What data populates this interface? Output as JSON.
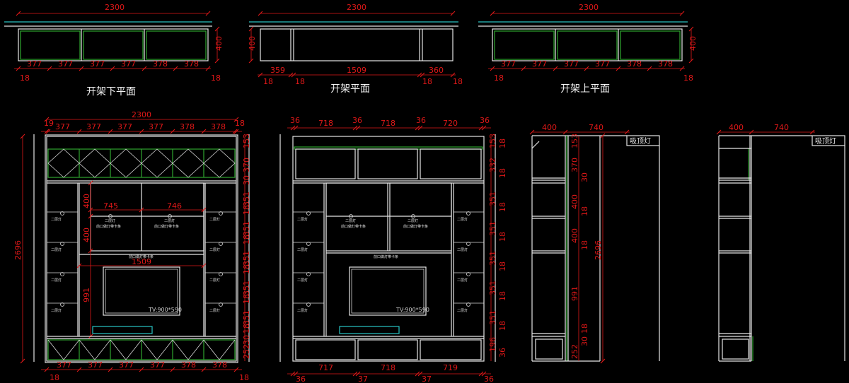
{
  "plans": [
    {
      "title": "开架下平面",
      "overall": "2300",
      "depth": "400",
      "bottom_dims": [
        "377",
        "377",
        "377",
        "377",
        "378",
        "378"
      ],
      "edge": "18",
      "edge_right": "18"
    },
    {
      "title": "开架平面",
      "overall": "2300",
      "depth": "400",
      "bottom_dims": [
        "359",
        "1509",
        "360"
      ],
      "edge": "18",
      "edge_inner_left": "18",
      "edge_inner_right": "18",
      "edge_right": "18"
    },
    {
      "title": "开架上平面",
      "overall": "2300",
      "depth": "400",
      "bottom_dims": [
        "377",
        "377",
        "377",
        "377",
        "378",
        "378"
      ],
      "edge": "18",
      "edge_right": "18"
    }
  ],
  "elev1": {
    "overall": "2300",
    "top_dims": [
      "19",
      "377",
      "377",
      "377",
      "377",
      "378",
      "378",
      "18"
    ],
    "bottom_dims": [
      "377",
      "377",
      "377",
      "377",
      "378",
      "378"
    ],
    "bottom_edges": [
      "18",
      "18"
    ],
    "height": "2696",
    "right_dims": [
      "153",
      "370",
      "30",
      "351",
      "18",
      "351",
      "18",
      "351",
      "18",
      "351",
      "18",
      "351",
      "18",
      "30",
      "252"
    ],
    "inner_dims": {
      "w1": "745",
      "w2": "746",
      "tv_w": "1509",
      "h1": "400",
      "h2": "400",
      "h3": "991"
    },
    "labels": {
      "led": "二层灯",
      "strip": "前口做灯带卡条",
      "tv": "TV:900*590"
    }
  },
  "elev2": {
    "top_dims": [
      "36",
      "718",
      "36",
      "718",
      "36",
      "720",
      "36"
    ],
    "bottom_dims": [
      "717",
      "718",
      "719"
    ],
    "bottom_edges": [
      "36",
      "37",
      "37",
      "36"
    ],
    "right_dims": [
      "153",
      "18",
      "332",
      "18",
      "351",
      "18",
      "351",
      "18",
      "351",
      "18",
      "351",
      "18",
      "351",
      "18",
      "196",
      "36"
    ]
  },
  "side1": {
    "top_dims": [
      "400",
      "740"
    ],
    "lamp": "吸顶灯",
    "height": "2696",
    "dims": [
      "153",
      "370",
      "30",
      "400",
      "18",
      "400",
      "18",
      "991",
      "18",
      "30",
      "252"
    ]
  },
  "side2": {
    "top_dims": [
      "400",
      "740"
    ],
    "lamp": "吸顶灯"
  }
}
